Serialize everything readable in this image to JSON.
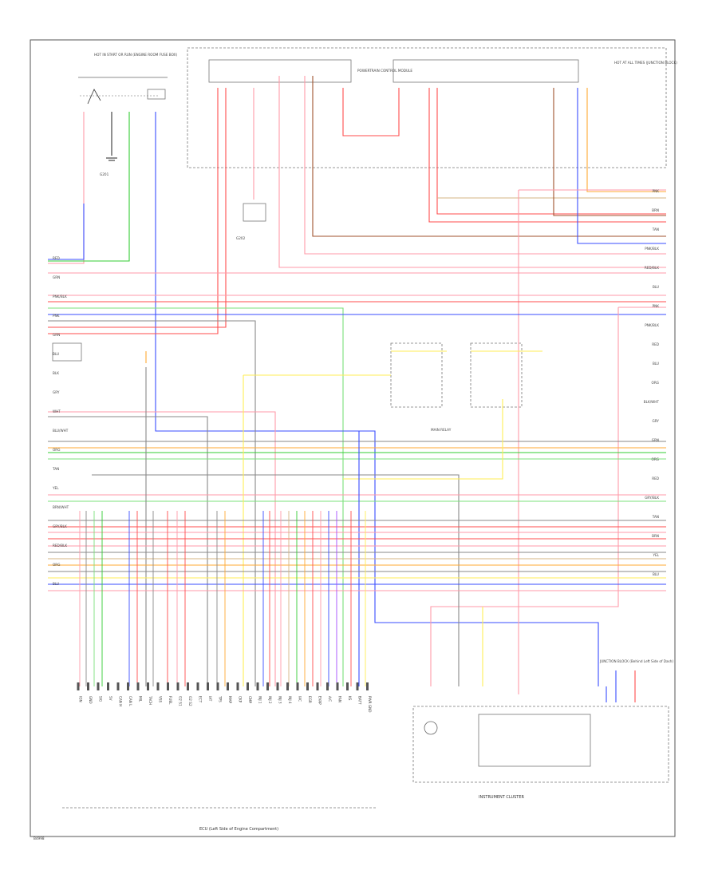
{
  "page": {
    "footer_code": "B4998",
    "ecu_caption": "ECU (Left Side of Engine Compartment)",
    "cluster_caption": "INSTRUMENT CLUSTER",
    "relay_caption": "JUNCTION BLOCK (Behind Left Side of Dash)"
  },
  "components": [
    {
      "id": "fuse-box-top-left",
      "label": "HOT IN START OR RUN (ENGINE ROOM FUSE BOX)"
    },
    {
      "id": "fuse-block-top-right",
      "label": "HOT AT ALL TIMES (JUNCTION BLOCK)"
    },
    {
      "id": "ground-g1",
      "label": "G201"
    },
    {
      "id": "ground-g2",
      "label": "G202"
    },
    {
      "id": "pcm-connector",
      "label": "POWERTRAIN CONTROL MODULE"
    },
    {
      "id": "relay-center",
      "label": "MAIN RELAY"
    },
    {
      "id": "cluster",
      "label": "INSTRUMENT CLUSTER"
    }
  ],
  "wire_colors": {
    "red": "#ff4d4d",
    "pink": "#ff9aa8",
    "blue": "#3a4dff",
    "green": "#33cc33",
    "lightgreen": "#7be07b",
    "orange": "#ffaa33",
    "yellow": "#ffee55",
    "brown": "#a0522d",
    "gray": "#888888",
    "black": "#222222",
    "tan": "#d4b483",
    "violet": "#a64dff"
  },
  "wire_tags_left": [
    "RED",
    "GRN",
    "PNK/BLK",
    "PNK",
    "GRN",
    "BLU",
    "BLK",
    "GRY",
    "WHT",
    "BLU/WHT",
    "ORG",
    "TAN",
    "YEL",
    "BRN/WHT",
    "GRY/BLK",
    "RED/BLK",
    "ORG",
    "BLU"
  ],
  "wire_tags_right": [
    "PNK",
    "BRN",
    "TAN",
    "PNK/BLK",
    "RED/BLK",
    "BLU",
    "PNK",
    "PNK/BLK",
    "RED",
    "BLU",
    "ORG",
    "BLK/WHT",
    "GRY",
    "GRN",
    "ORG",
    "RED",
    "GRY/BLK",
    "TAN",
    "BRN",
    "YEL",
    "BLU"
  ],
  "pin_labels": [
    "IGN",
    "GND",
    "SIG",
    "5V",
    "CAN H",
    "CAN L",
    "MIL",
    "TACH",
    "VSS",
    "FUEL",
    "O2 S1",
    "O2 S2",
    "ECT",
    "IAT",
    "TPS",
    "MAP",
    "CKP",
    "CMP",
    "INJ 1",
    "INJ 2",
    "INJ 3",
    "INJ 4",
    "IAC",
    "EGR",
    "EVAP",
    "A/C",
    "FAN",
    "KS",
    "BATT",
    "PWR GND"
  ]
}
